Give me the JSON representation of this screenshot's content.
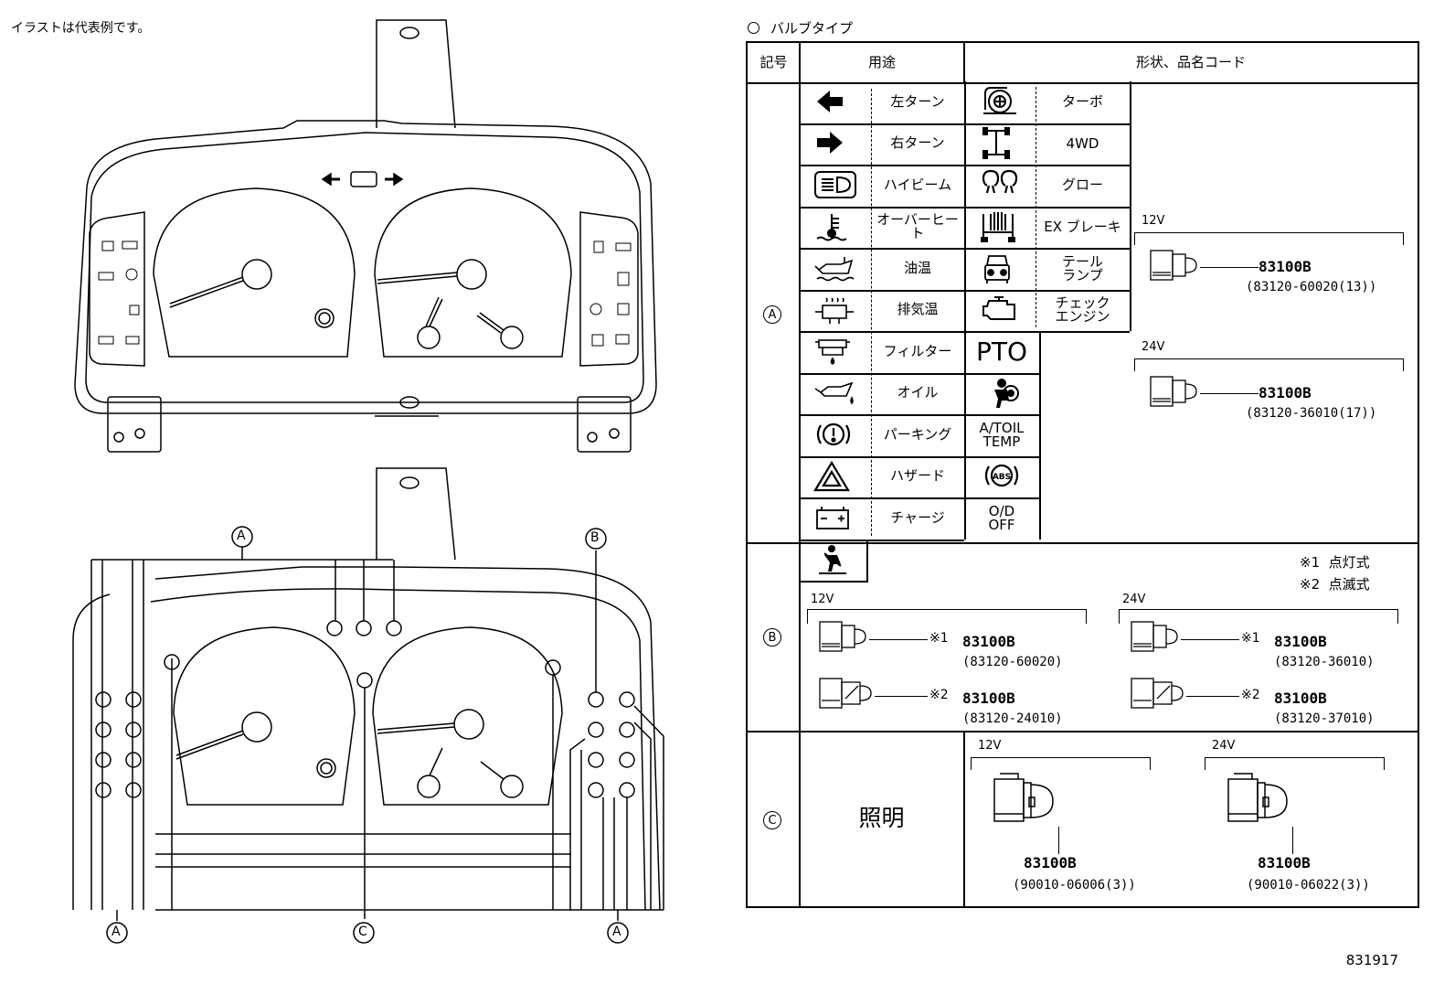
{
  "note": "イラストは代表例です。",
  "part_number": "831917",
  "callouts": {
    "A": "A",
    "B": "B",
    "C": "C"
  },
  "bulb_section": {
    "title": "バルブタイプ",
    "headers": {
      "symbol": "記号",
      "use": "用途",
      "shape": "形状、品名コード"
    },
    "section_a": {
      "label": "A",
      "items_col1": [
        {
          "icon": "left-turn-icon",
          "label": "左ターン"
        },
        {
          "icon": "right-turn-icon",
          "label": "右ターン"
        },
        {
          "icon": "high-beam-icon",
          "label": "ハイビーム"
        },
        {
          "icon": "overheat-icon",
          "label": "オーバーヒート"
        },
        {
          "icon": "oil-temp-icon",
          "label": "油温"
        },
        {
          "icon": "exhaust-temp-icon",
          "label": "排気温"
        },
        {
          "icon": "filter-icon",
          "label": "フィルター"
        },
        {
          "icon": "oil-icon",
          "label": "オイル"
        },
        {
          "icon": "parking-icon",
          "label": "パーキング"
        },
        {
          "icon": "hazard-icon",
          "label": "ハザード"
        },
        {
          "icon": "charge-icon",
          "label": "チャージ"
        }
      ],
      "items_col2": [
        {
          "icon": "turbo-icon",
          "label": "ターボ"
        },
        {
          "icon": "4wd-icon",
          "label": "4WD"
        },
        {
          "icon": "glow-icon",
          "label": "グロー"
        },
        {
          "icon": "exhaust-brake-icon",
          "label": "EX ブレーキ"
        },
        {
          "icon": "tail-lamp-icon",
          "label": "テール\nランプ"
        },
        {
          "icon": "check-engine-icon",
          "label": "チェック\nエンジン"
        }
      ],
      "extra_symbols": {
        "pto": "PTO",
        "airbag": "airbag-icon",
        "at_oil_temp": "A/TOIL\nTEMP",
        "abs": "ABS",
        "od_off": "O/D\nOFF"
      },
      "bulbs": [
        {
          "voltage": "12V",
          "code": "83100B",
          "sub": "(83120-60020(13))"
        },
        {
          "voltage": "24V",
          "code": "83100B",
          "sub": "(83120-36010(17))"
        }
      ]
    },
    "section_b": {
      "label": "B",
      "icon": "seatbelt-icon",
      "notes": [
        "※1  点灯式",
        "※2  点滅式"
      ],
      "groups": [
        {
          "voltage": "12V",
          "items": [
            {
              "mark": "※1",
              "code": "83100B",
              "sub": "(83120-60020)"
            },
            {
              "mark": "※2",
              "code": "83100B",
              "sub": "(83120-24010)"
            }
          ]
        },
        {
          "voltage": "24V",
          "items": [
            {
              "mark": "※1",
              "code": "83100B",
              "sub": "(83120-36010)"
            },
            {
              "mark": "※2",
              "code": "83100B",
              "sub": "(83120-37010)"
            }
          ]
        }
      ]
    },
    "section_c": {
      "label": "C",
      "use": "照明",
      "bulbs": [
        {
          "voltage": "12V",
          "code": "83100B",
          "sub": "(90010-06006(3))"
        },
        {
          "voltage": "24V",
          "code": "83100B",
          "sub": "(90010-06022(3))"
        }
      ]
    }
  }
}
